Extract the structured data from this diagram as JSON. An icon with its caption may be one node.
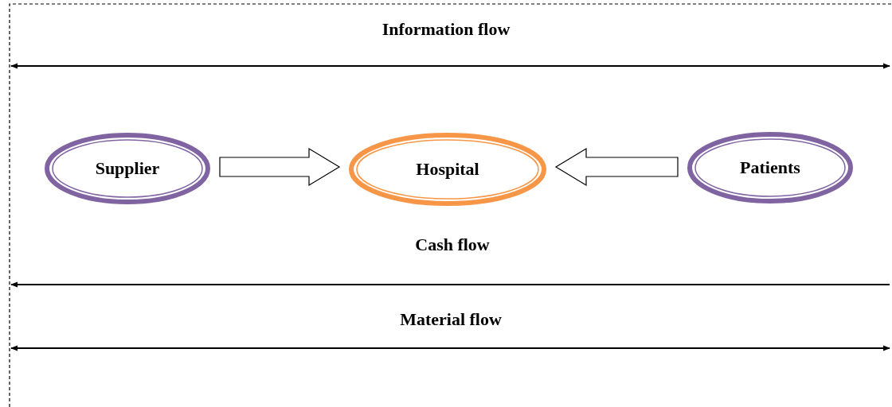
{
  "diagram": {
    "nodes": [
      {
        "text": [
          "Supplier"
        ]
      },
      {
        "text": [
          "Hospital"
        ]
      },
      {
        "text": [
          "Patients"
        ]
      }
    ],
    "edges": [
      {
        "from": 0,
        "to": 1,
        "arrow": "to"
      },
      {
        "from": 2,
        "to": 1,
        "arrow": "to"
      }
    ],
    "labels": [
      "Information flow",
      "Cash flow",
      "Material flow"
    ]
  }
}
